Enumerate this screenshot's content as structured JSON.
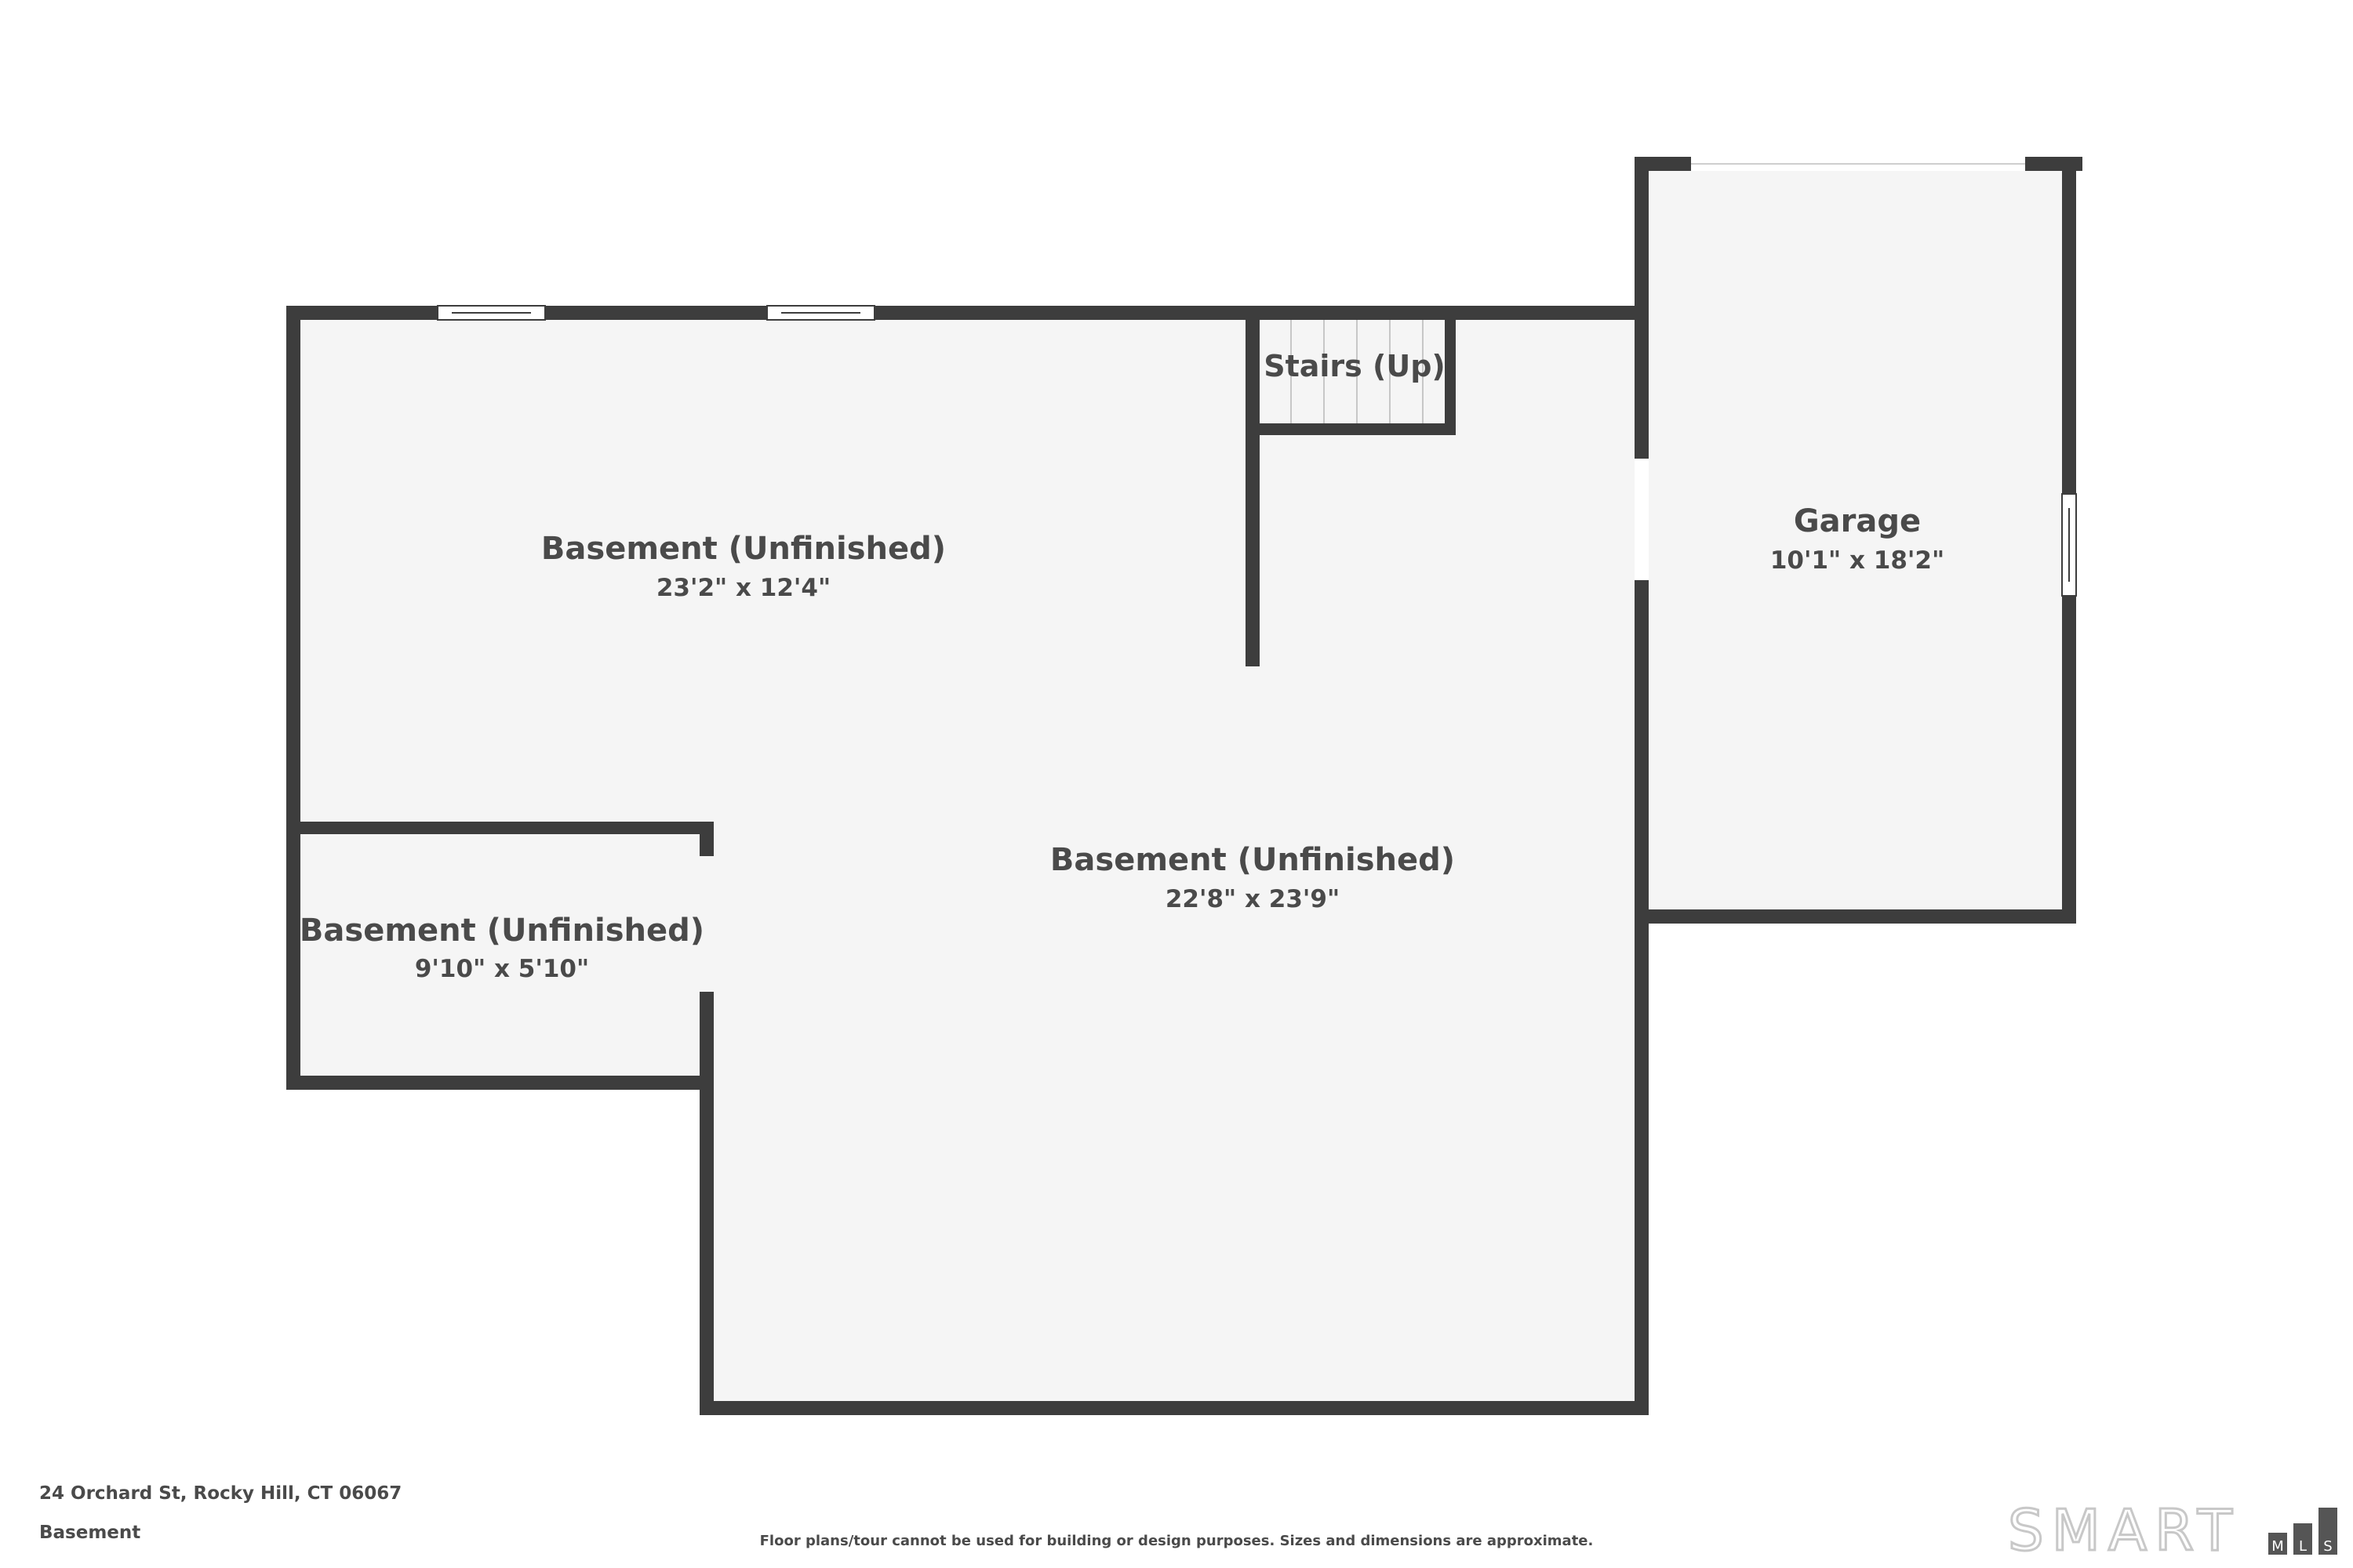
{
  "rooms": {
    "basement_main": {
      "name": "Basement (Unfinished)",
      "dims": "23'2\" x 12'4\""
    },
    "basement_large": {
      "name": "Basement (Unfinished)",
      "dims": "22'8\" x 23'9\""
    },
    "basement_small": {
      "name": "Basement (Unfinished)",
      "dims": "9'10\" x 5'10\""
    },
    "garage": {
      "name": "Garage",
      "dims": "10'1\" x 18'2\""
    },
    "stairs": {
      "name": "Stairs (Up)"
    }
  },
  "footer": {
    "address": "24 Orchard St, Rocky Hill, CT 06067",
    "level": "Basement",
    "disclaimer": "Floor plans/tour cannot be used for building or design purposes. Sizes and dimensions are approximate."
  },
  "logo": {
    "text": "SMART",
    "badge_letters": [
      "M",
      "L",
      "S"
    ]
  },
  "colors": {
    "wall": "#3d3d3d",
    "floor": "#f5f5f5",
    "text": "#4a4a4a",
    "logo": "#c8c8c8",
    "badge": "#555555"
  }
}
